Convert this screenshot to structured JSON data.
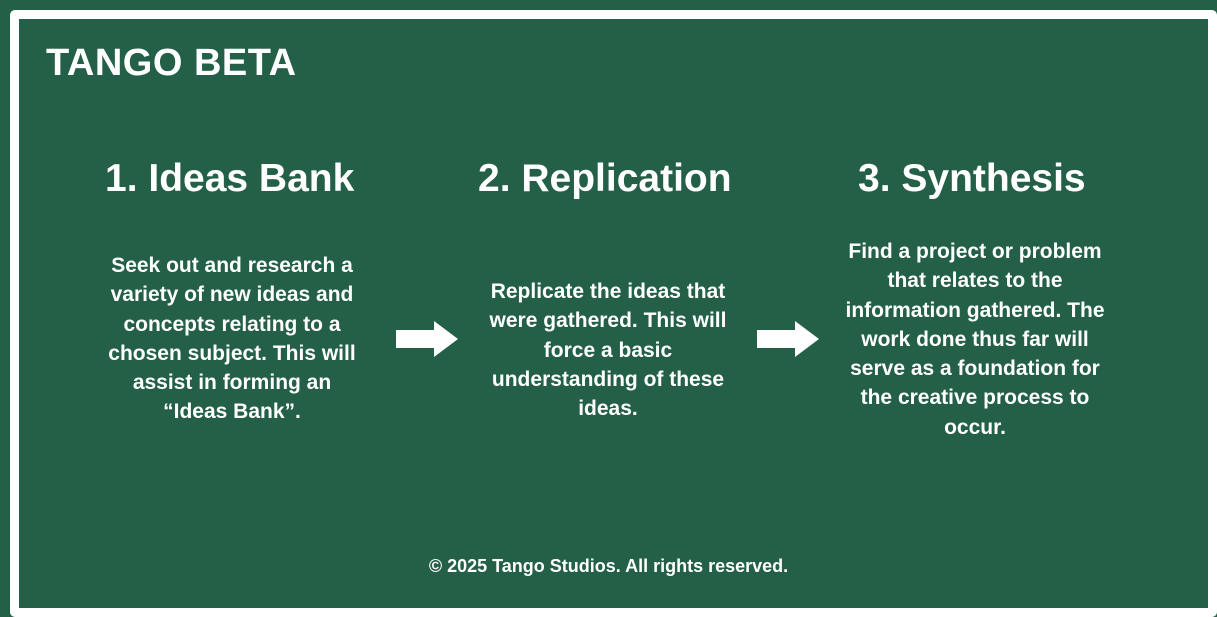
{
  "brand": "TANGO BETA",
  "steps": [
    {
      "title": "1. Ideas Bank",
      "description": "Seek out and research a variety of new ideas and concepts relating to a chosen subject. This will assist in forming an “Ideas Bank”."
    },
    {
      "title": "2. Replication",
      "description": "Replicate the ideas that were gathered. This will force a basic understanding of these ideas."
    },
    {
      "title": "3. Synthesis",
      "description": "Find a project or problem that relates to the information gathered. The work done thus far will serve as a foundation for the creative process to occur."
    }
  ],
  "arrows": [
    {
      "icon": "right-arrow-icon"
    },
    {
      "icon": "right-arrow-icon"
    }
  ],
  "footer": "© 2025 Tango Studios. All rights reserved.",
  "colors": {
    "background": "#236047",
    "border": "#ffffff",
    "text": "#ffffff"
  }
}
